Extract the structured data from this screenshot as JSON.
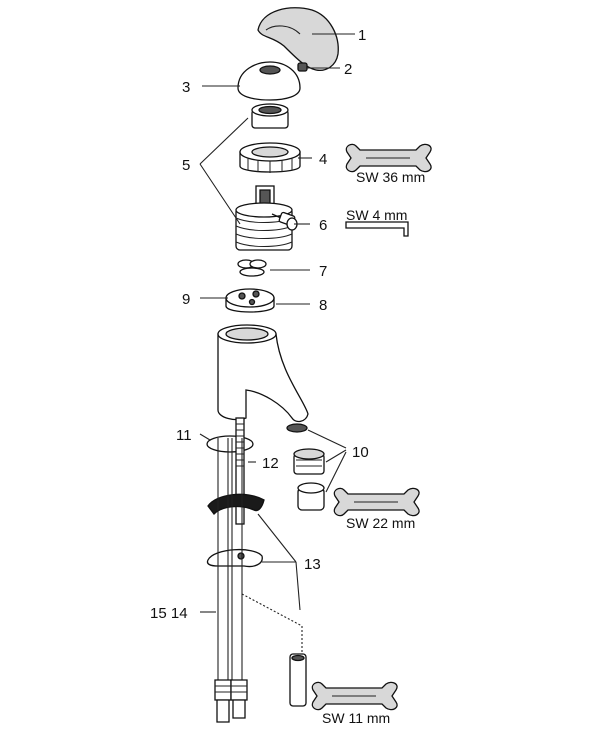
{
  "callouts": {
    "c1": "1",
    "c2": "2",
    "c3": "3",
    "c4": "4",
    "c5": "5",
    "c6": "6",
    "c7": "7",
    "c8": "8",
    "c9": "9",
    "c10": "10",
    "c11": "11",
    "c12": "12",
    "c13": "13",
    "c1514": "15 14"
  },
  "wrenches": {
    "sw36": "SW 36 mm",
    "sw4": "SW 4 mm",
    "sw22": "SW 22 mm",
    "sw11": "SW 11 mm"
  }
}
